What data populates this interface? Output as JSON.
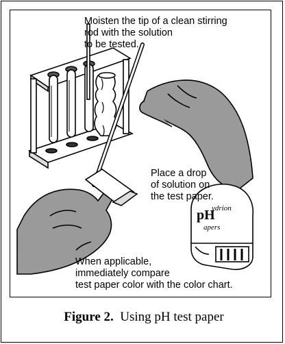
{
  "steps": {
    "step1": "Moisten the tip of a clean stirring\nrod with the solution\nto be tested.",
    "step2": "Place a drop\nof solution on\nthe test paper.",
    "step3": "When applicable,\nimmediately compare\ntest paper color with the color chart."
  },
  "dispenser": {
    "brand_line1": "pH",
    "brand_line2": "ydrion",
    "brand_line3": "apers"
  },
  "caption": {
    "label": "Figure 2.",
    "text": "Using pH test paper"
  },
  "colors": {
    "hand_fill": "#9a9a9a",
    "ink": "#000000",
    "paper": "#ffffff"
  }
}
